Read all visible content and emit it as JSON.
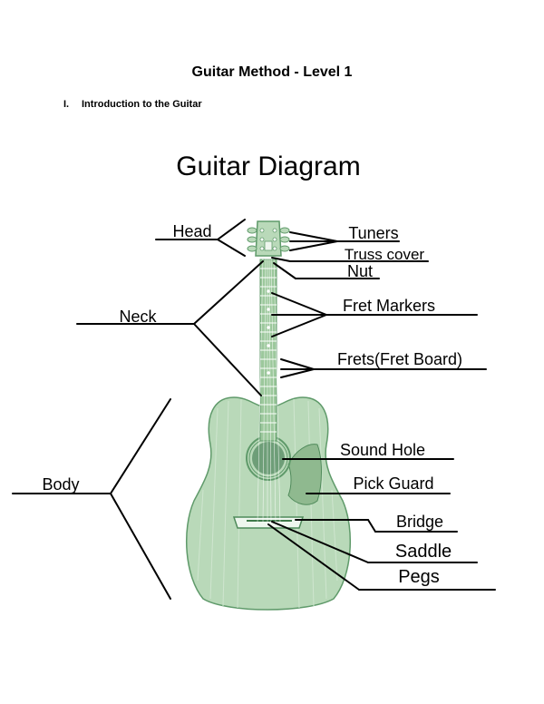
{
  "document": {
    "title": "Guitar Method - Level 1",
    "section_number": "I.",
    "section_title": "Introduction to the Guitar"
  },
  "diagram": {
    "title": "Guitar Diagram",
    "labels": {
      "head": "Head",
      "neck": "Neck",
      "body": "Body",
      "tuners": "Tuners",
      "truss_cover": "Truss cover",
      "nut": "Nut",
      "fret_markers": "Fret Markers",
      "frets": "Frets(Fret Board)",
      "sound_hole": "Sound Hole",
      "pick_guard": "Pick Guard",
      "bridge": "Bridge",
      "saddle": "Saddle",
      "pegs": "Pegs"
    },
    "colors": {
      "guitar_fill": "#b9d9b9",
      "guitar_stroke": "#5f9a6a",
      "line": "#000000"
    }
  }
}
